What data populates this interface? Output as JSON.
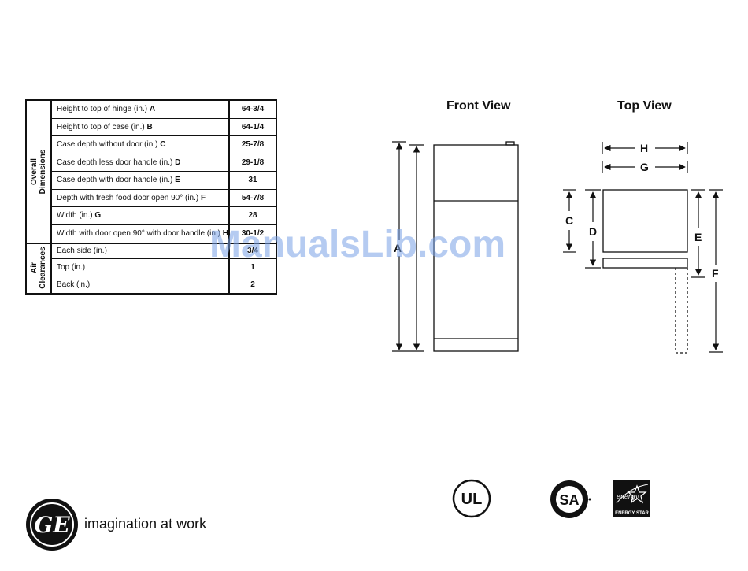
{
  "table": {
    "groups": [
      {
        "label": "Overall\nDimensions",
        "rows": [
          {
            "label": "Height to top of hinge (in.)",
            "letter": "A",
            "value": "64-3/4"
          },
          {
            "label": "Height to top of case (in.)",
            "letter": "B",
            "value": "64-1/4"
          },
          {
            "label": "Case depth without door (in.)",
            "letter": "C",
            "value": "25-7/8"
          },
          {
            "label": "Case depth less door handle (in.)",
            "letter": "D",
            "value": "29-1/8"
          },
          {
            "label": "Case depth with door handle (in.)",
            "letter": "E",
            "value": "31"
          },
          {
            "label": "Depth with fresh food door open 90° (in.)",
            "letter": "F",
            "value": "54-7/8"
          },
          {
            "label": "Width (in.)",
            "letter": "G",
            "value": "28"
          },
          {
            "label": "Width with door open 90° with door handle (in.)",
            "letter": "H",
            "value": "30-1/2"
          }
        ]
      },
      {
        "label": "Air\nClearances",
        "rows": [
          {
            "label": "Each side (in.)",
            "letter": "",
            "value": "3/4"
          },
          {
            "label": "Top (in.)",
            "letter": "",
            "value": "1"
          },
          {
            "label": "Back (in.)",
            "letter": "",
            "value": "2"
          }
        ]
      }
    ]
  },
  "front_view": {
    "title": "Front View",
    "letter_a": "A"
  },
  "top_view": {
    "title": "Top View",
    "letter_h": "H",
    "letter_g": "G",
    "letter_c": "C",
    "letter_d": "D",
    "letter_e": "E",
    "letter_f": "F"
  },
  "watermark": "ManualsLib.com",
  "footer": {
    "tagline": "imagination at work",
    "ge_mark": "GE",
    "ul_mark": "UL",
    "csa_mark": "SA",
    "energy_star_label": "ENERGY STAR",
    "energy_script": "energy"
  }
}
